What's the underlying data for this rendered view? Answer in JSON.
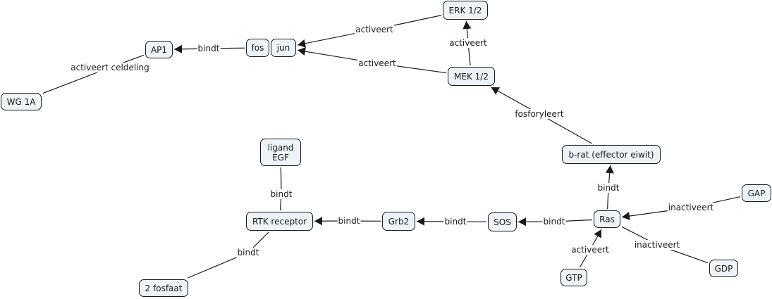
{
  "diagram": {
    "type": "concept-map",
    "colors": {
      "node_fill": "#edf3f6",
      "node_border": "#1a1a1a",
      "line": "#1a1a1a",
      "background": "#ffffff"
    },
    "nodes": [
      {
        "id": "erk",
        "label": "ERK 1/2"
      },
      {
        "id": "fos",
        "label": "fos"
      },
      {
        "id": "jun",
        "label": "jun"
      },
      {
        "id": "ap1",
        "label": "AP1"
      },
      {
        "id": "mek",
        "label": "MEK 1/2"
      },
      {
        "id": "wg1a",
        "label": "WG 1A"
      },
      {
        "id": "brat",
        "label": "b-rat (effector eiwit)"
      },
      {
        "id": "ligand",
        "label": "ligand\nEGF"
      },
      {
        "id": "gap",
        "label": "GAP"
      },
      {
        "id": "rtk",
        "label": "RTK receptor"
      },
      {
        "id": "grb2",
        "label": "Grb2"
      },
      {
        "id": "sos",
        "label": "SOS"
      },
      {
        "id": "ras",
        "label": "Ras"
      },
      {
        "id": "gdp",
        "label": "GDP"
      },
      {
        "id": "gtp",
        "label": "GTP"
      },
      {
        "id": "fosfaat",
        "label": "2 fosfaat"
      }
    ],
    "edges": [
      {
        "from": "fos",
        "to": "ap1",
        "label": "bindt",
        "arrow": true
      },
      {
        "from": "erk",
        "to": "jun",
        "label": "activeert",
        "arrow": true
      },
      {
        "from": "mek",
        "to": "jun",
        "label": "activeert",
        "arrow": true
      },
      {
        "from": "mek",
        "to": "erk",
        "label": "activeert",
        "arrow": true
      },
      {
        "from": "wg1a",
        "to": "ap1",
        "label": "activeert celdeling",
        "arrow": false
      },
      {
        "from": "brat",
        "to": "mek",
        "label": "fosforyleert",
        "arrow": true
      },
      {
        "from": "ras",
        "to": "brat",
        "label": "bindt",
        "arrow": true
      },
      {
        "from": "ligand",
        "to": "rtk",
        "label": "bindt",
        "arrow": false
      },
      {
        "from": "rtk",
        "to": "fosfaat",
        "label": "bindt",
        "arrow": false
      },
      {
        "from": "grb2",
        "to": "rtk",
        "label": "bindt",
        "arrow": true
      },
      {
        "from": "sos",
        "to": "grb2",
        "label": "bindt",
        "arrow": true
      },
      {
        "from": "ras",
        "to": "sos",
        "label": "bindt",
        "arrow": true
      },
      {
        "from": "gap",
        "to": "ras",
        "label": "inactiveert",
        "arrow": true
      },
      {
        "from": "ras",
        "to": "gdp",
        "label": "inactiveert",
        "arrow": false
      },
      {
        "from": "gtp",
        "to": "ras",
        "label": "activeert",
        "arrow": true
      }
    ]
  }
}
